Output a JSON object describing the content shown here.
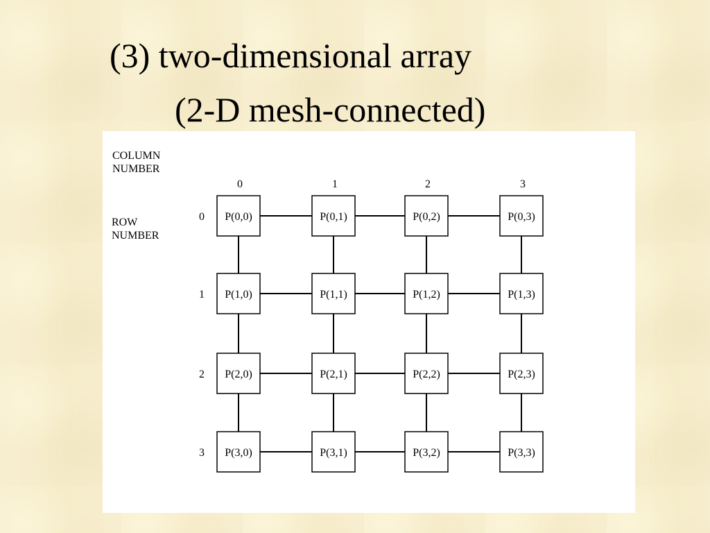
{
  "slide": {
    "title": "(3) two-dimensional array",
    "subtitle": "(2-D mesh-connected)"
  },
  "diagram": {
    "column_axis_label": [
      "COLUMN",
      "NUMBER"
    ],
    "row_axis_label": [
      "ROW",
      "NUMBER"
    ],
    "column_numbers": [
      "0",
      "1",
      "2",
      "3"
    ],
    "row_numbers": [
      "0",
      "1",
      "2",
      "3"
    ],
    "nodes": [
      [
        "P(0,0)",
        "P(0,1)",
        "P(0,2)",
        "P(0,3)"
      ],
      [
        "P(1,0)",
        "P(1,1)",
        "P(1,2)",
        "P(1,3)"
      ],
      [
        "P(2,0)",
        "P(2,1)",
        "P(2,2)",
        "P(2,3)"
      ],
      [
        "P(3,0)",
        "P(3,1)",
        "P(3,2)",
        "P(3,3)"
      ]
    ],
    "colors": {
      "stroke": "#000000",
      "background": "#ffffff",
      "slide": "#f6ecc9"
    }
  }
}
